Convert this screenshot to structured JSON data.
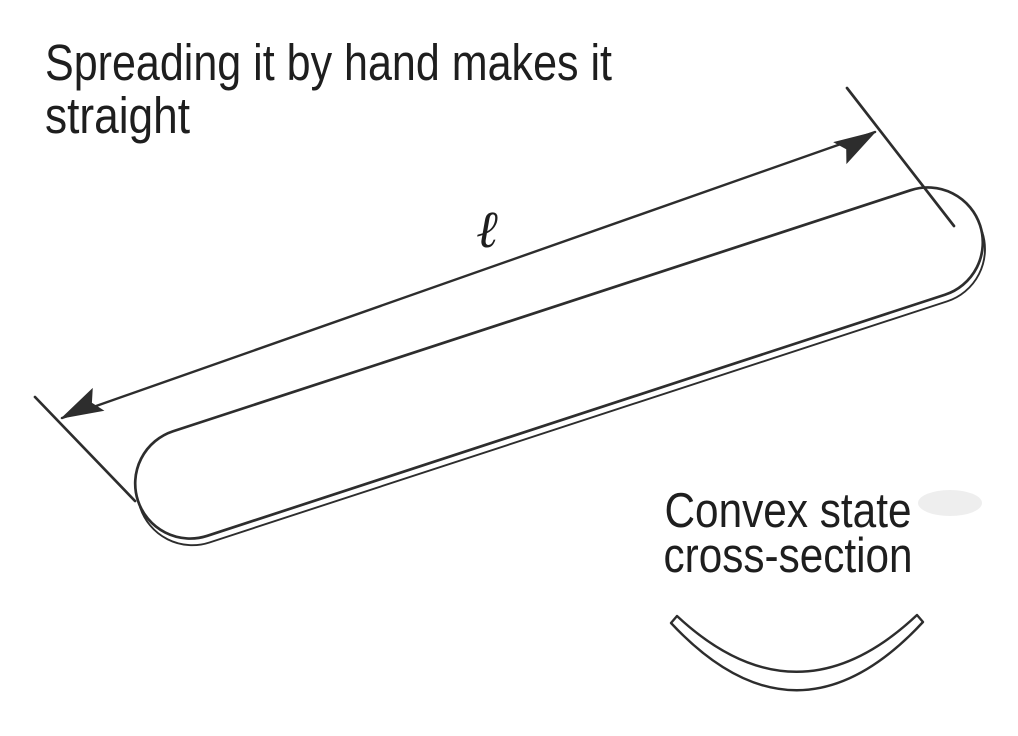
{
  "figure": {
    "colors": {
      "ink": "#2d2d2d",
      "text": "#1e1e1e",
      "background": "#ffffff",
      "smudge": "#d9d9d9"
    },
    "annotation": {
      "line1": "Spreading it by hand makes it",
      "line2": "straight"
    },
    "dimension": {
      "length_symbol": "ℓ"
    },
    "cross_section": {
      "line1": "Convex state",
      "line2": "cross-section"
    }
  }
}
